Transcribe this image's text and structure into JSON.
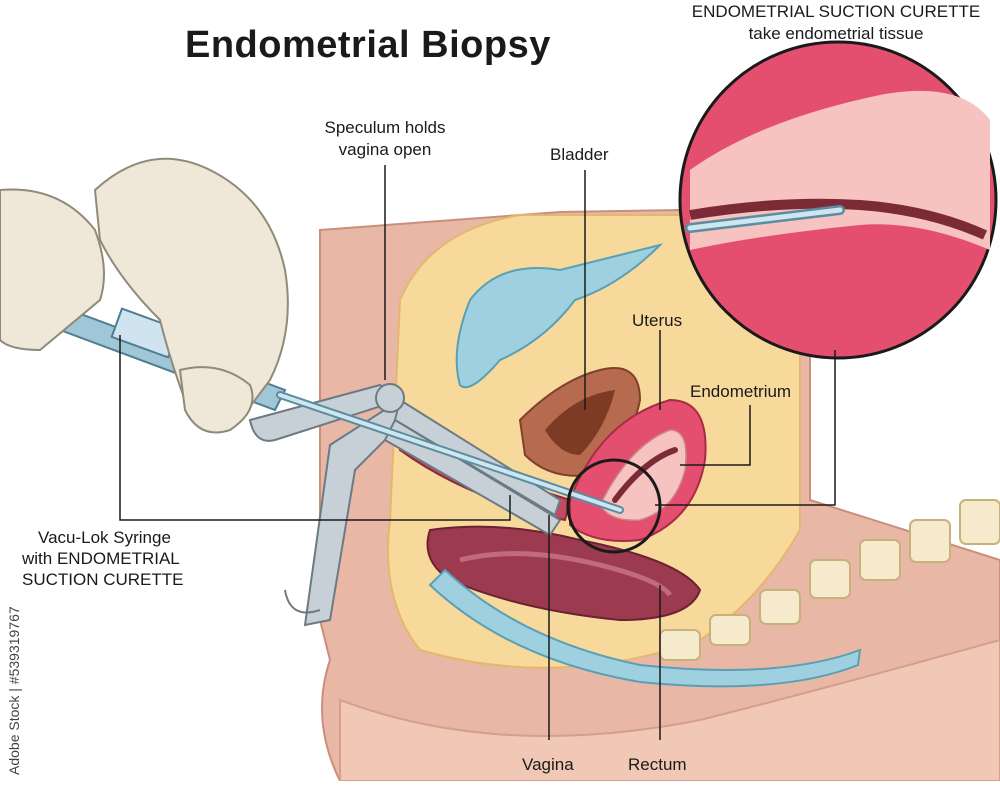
{
  "title": "Endometrial Biopsy",
  "labels": {
    "inset_title": "ENDOMETRIAL SUCTION CURETTE",
    "inset_subtitle": "take endometrial tissue",
    "speculum_line1": "Speculum holds",
    "speculum_line2": "vagina open",
    "bladder": "Bladder",
    "uterus": "Uterus",
    "endometrium": "Endometrium",
    "syringe_line1": "Vacu-Lok Syringe",
    "syringe_line2": "with ENDOMETRIAL",
    "syringe_line3": "SUCTION CURETTE",
    "vagina": "Vagina",
    "rectum": "Rectum"
  },
  "watermark": "Adobe Stock | #539319767",
  "colors": {
    "skin_dark": "#e9b7a6",
    "skin_light": "#f6d9cb",
    "abdomen_fill": "#f7d99b",
    "bladder_fill": "#9fd0df",
    "uterus_fill": "#e44f6f",
    "endometrium_fill": "#f6c3c0",
    "rectum_fill": "#9c3b4f",
    "instrument": "#c7d0d6",
    "glove": "#efe8d8",
    "leader_line": "#1a1a1a"
  }
}
